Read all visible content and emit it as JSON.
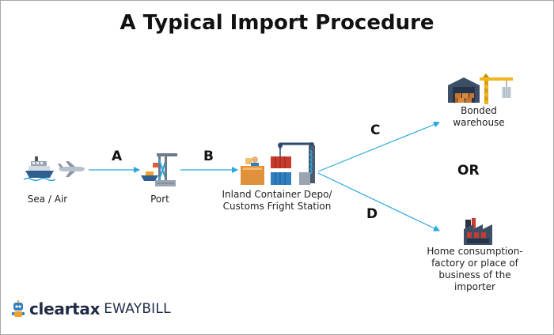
{
  "title": "A Typical Import Procedure",
  "nodes": {
    "sea_air": {
      "label": "Sea / Air",
      "icons": [
        "ship-icon",
        "airplane-icon"
      ]
    },
    "port": {
      "label": "Port",
      "icons": [
        "port-crane-icon"
      ]
    },
    "icd": {
      "label_line1": "Inland Container Depo/",
      "label_line2": "Customs Fright Station",
      "icons": [
        "container-depot-icon"
      ]
    },
    "bonded": {
      "label_line1": "Bonded",
      "label_line2": "warehouse",
      "icons": [
        "warehouse-icon",
        "crane-icon"
      ]
    },
    "home": {
      "label_line1": "Home consumption-",
      "label_line2": "factory or place of",
      "label_line3": "business of the",
      "label_line4": "importer",
      "icons": [
        "factory-icon"
      ]
    }
  },
  "steps": [
    {
      "letter": "A",
      "from": "Sea / Air",
      "to": "Port"
    },
    {
      "letter": "B",
      "from": "Port",
      "to": "Inland Container Depo/ Customs Fright Station"
    },
    {
      "letter": "C",
      "from": "Inland Container Depo/ Customs Fright Station",
      "to": "Bonded warehouse"
    },
    {
      "letter": "D",
      "from": "Inland Container Depo/ Customs Fright Station",
      "to": "Home consumption-factory or place of business of the importer"
    }
  ],
  "or_label": "OR",
  "brand": {
    "name": "cleartax",
    "product": "EWAYBILL",
    "mascot_icon": "robot-mascot-icon"
  },
  "colors": {
    "arrow": "#29a8e0",
    "title": "#111111",
    "brand": "#1f2a44",
    "accent_blue": "#2f7fc1",
    "accent_red": "#c83b2d",
    "accent_orange": "#f0a02a"
  }
}
